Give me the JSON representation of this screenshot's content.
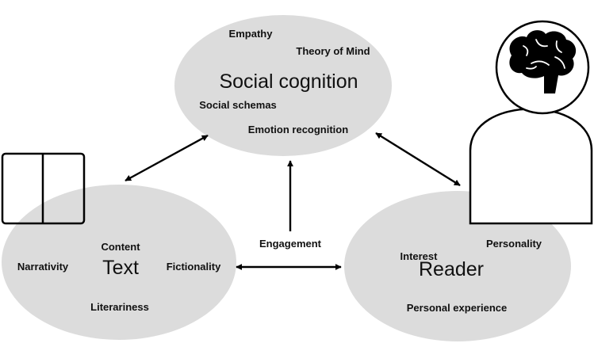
{
  "nodes": {
    "social_cognition": {
      "title": "Social cognition",
      "items": [
        "Empathy",
        "Theory of Mind",
        "Social schemas",
        "Emotion recognition"
      ]
    },
    "text": {
      "title": "Text",
      "items": [
        "Content",
        "Narrativity",
        "Fictionality",
        "Literariness"
      ]
    },
    "reader": {
      "title": "Reader",
      "items": [
        "Interest",
        "Personality",
        "Personal experience"
      ]
    }
  },
  "connectors": {
    "engagement_label": "Engagement"
  },
  "icons": [
    "book-icon",
    "brain-icon",
    "person-icon"
  ],
  "colors": {
    "ellipse_fill": "#dcdcdc",
    "stroke": "#000000"
  }
}
